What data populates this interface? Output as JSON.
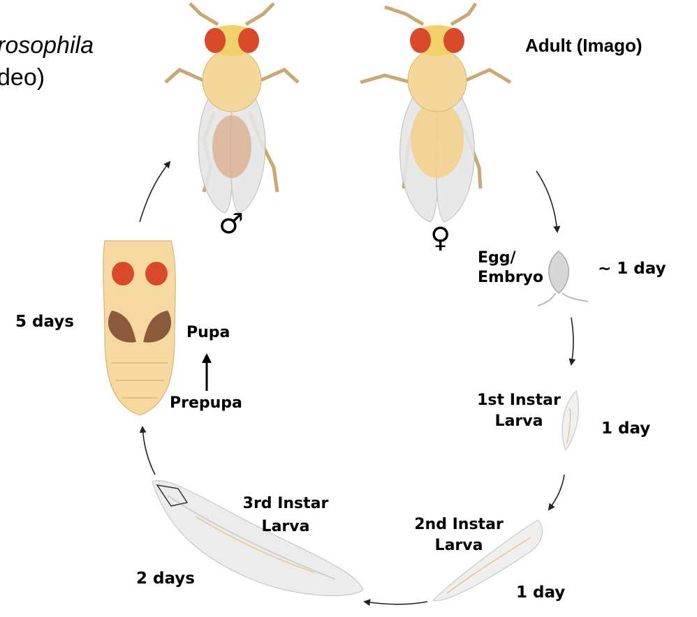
{
  "title": {
    "line1": "rosophila",
    "line2": "deo)"
  },
  "adult_label": "Adult (Imago)",
  "male_symbol": "♂",
  "female_symbol": "♀",
  "stages": {
    "egg": [
      "Egg/",
      "Embryo"
    ],
    "first_instar": [
      "1st Instar",
      "Larva"
    ],
    "second_instar": [
      "2nd Instar",
      "Larva"
    ],
    "third_instar": [
      "3rd Instar",
      "Larva"
    ],
    "pupa": "Pupa",
    "prepupa": "Prepupa"
  },
  "durations": {
    "egg": "~ 1 day",
    "first_instar": "1 day",
    "second_instar": "1 day",
    "third_instar": "2 days",
    "pupa": "5 days"
  },
  "colors": {
    "fly_body": "#f4d79a",
    "fly_eye": "#d94a2a",
    "wing": "#e6e6e6",
    "pupa_wing_pad": "#8a5a3a",
    "larva": "#ececec",
    "arrow": "#222222"
  }
}
